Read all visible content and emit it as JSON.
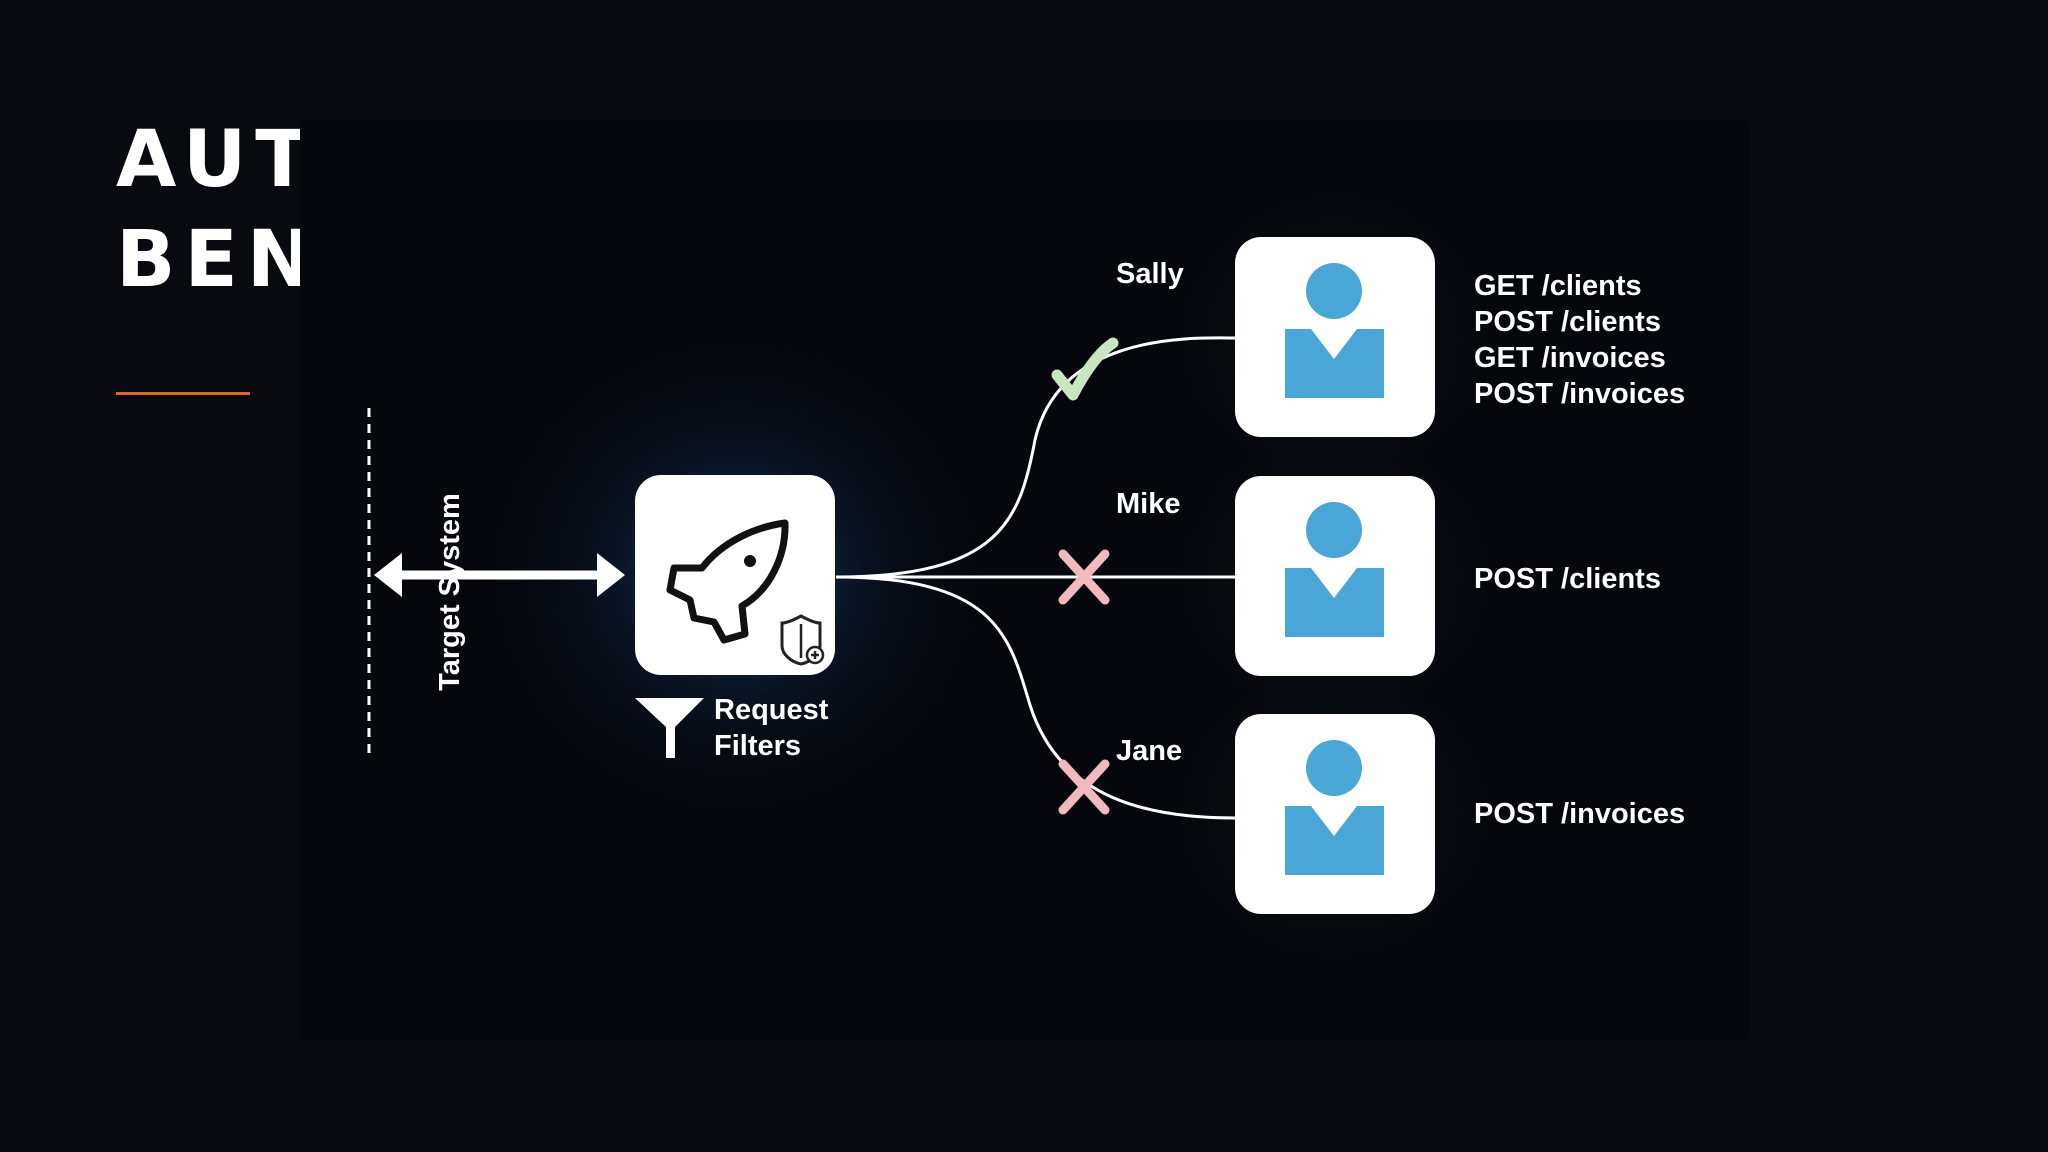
{
  "slide": {
    "title_line1": "AUTHORIZATION",
    "title_line2": "BENEFITS",
    "accent_color": "#d9692a",
    "icon_tile_color": "#ffffff",
    "user_icon_color": "#4aa6d6",
    "allow_color": "#c8e6bf",
    "deny_color": "#f2b9bf"
  },
  "diagram": {
    "target_system_label": "Target System",
    "filter_label_line1": "Request",
    "filter_label_line2": "Filters",
    "gateway_icon": "rocket-icon",
    "shield_icon": "shield-plus-icon",
    "filter_icon": "funnel-icon",
    "users": [
      {
        "name": "Sally",
        "status": "allowed",
        "status_icon": "check-icon",
        "permissions": [
          "GET /clients",
          "POST /clients",
          "GET /invoices",
          "POST /invoices"
        ]
      },
      {
        "name": "Mike",
        "status": "denied",
        "status_icon": "x-icon",
        "permissions": [
          "POST /clients"
        ]
      },
      {
        "name": "Jane",
        "status": "denied",
        "status_icon": "x-icon",
        "permissions": [
          "POST /invoices"
        ]
      }
    ]
  }
}
